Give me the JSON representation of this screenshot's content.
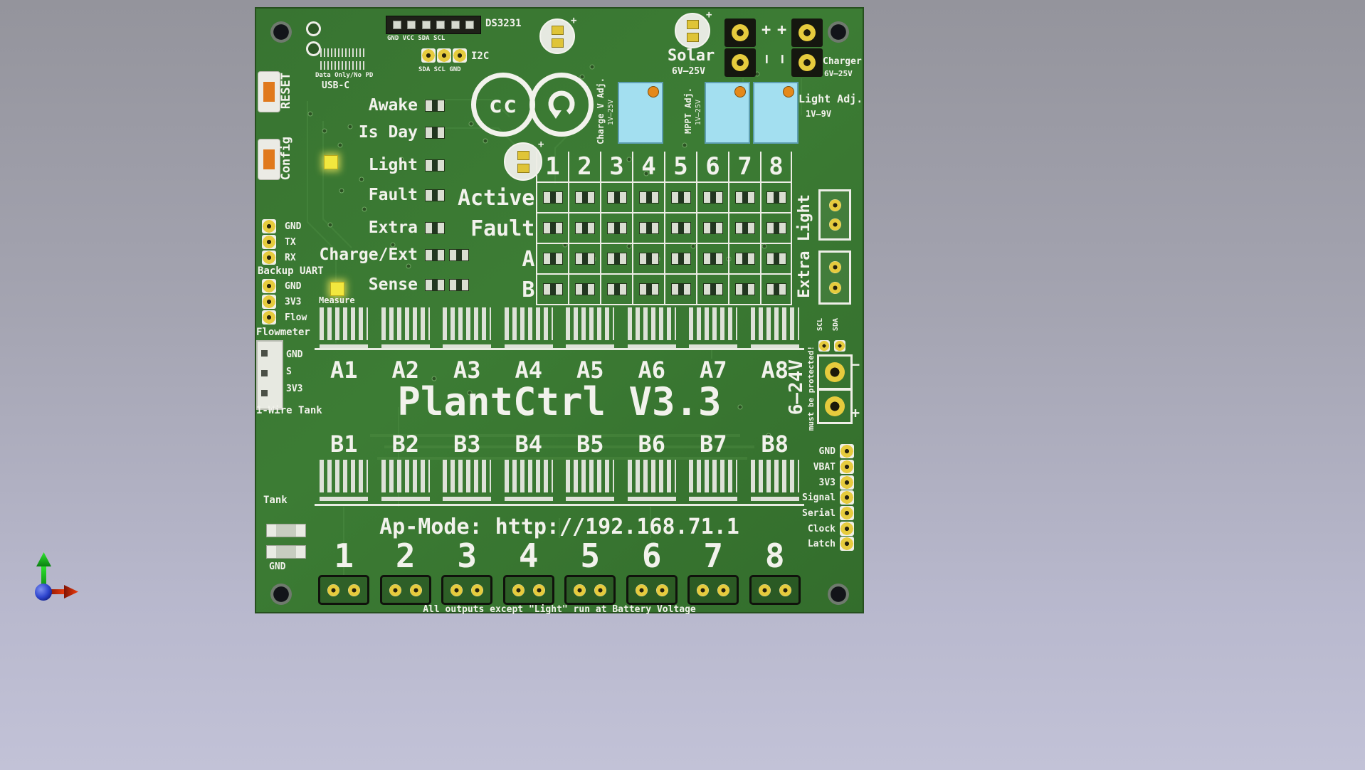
{
  "colors": {
    "board_green": "#3a7a33",
    "silkscreen": "#f2f2ec",
    "pad_gold": "#e6cb3d",
    "trimmer_body": "#a3dff0",
    "led_lit": "#f2e73e",
    "button_plunger": "#e0791c"
  },
  "board": {
    "title": "PlantCtrl V3.3",
    "ap_mode": "Ap-Mode: http://192.168.71.1",
    "bottom_note": "All outputs except \"Light\" run at Battery Voltage"
  },
  "top_area": {
    "ds3231_label": "DS3231",
    "ds3231_pins": "GND VCC SDA SCL",
    "i2c_label": "I2C",
    "i2c_pins": "SDA SCL GND",
    "usb_note": "Data Only/No PD",
    "usb_label": "USB-C",
    "reset_label": "RESET",
    "config_label": "Config",
    "cc_text": "cc",
    "solar_label": "Solar",
    "solar_range": "6V–25V",
    "charger_label": "Charger",
    "charger_range": "6V–25V",
    "polarity_plus": "+",
    "polarity_minus": "−",
    "trimmers": [
      {
        "label": "Charge V Adj.",
        "range": "1V–25V"
      },
      {
        "label": "MPPT Adj.",
        "range": "1V–25V"
      },
      {
        "label": "Light Adj.",
        "range": "1V–9V"
      }
    ]
  },
  "status_leds": [
    "Awake",
    "Is Day",
    "Light",
    "Fault",
    "Extra",
    "Charge/Ext",
    "Sense"
  ],
  "measure_label": "Measure",
  "matrix": {
    "columns": [
      "1",
      "2",
      "3",
      "4",
      "5",
      "6",
      "7",
      "8"
    ],
    "row_labels": [
      "Active",
      "Fault",
      "A",
      "B"
    ]
  },
  "left_headers": {
    "backup_uart": {
      "title": "Backup UART",
      "pins": [
        "GND",
        "TX",
        "RX"
      ]
    },
    "flowmeter": {
      "title": "Flowmeter",
      "pins": [
        "GND",
        "3V3",
        "Flow"
      ]
    },
    "one_wire_tank": {
      "title": "1-Wire Tank",
      "pins": [
        "GND",
        "S",
        "3V3"
      ]
    },
    "tank_label": "Tank",
    "tank_gnd": "GND"
  },
  "channels": {
    "a_labels": [
      "A1",
      "A2",
      "A3",
      "A4",
      "A5",
      "A6",
      "A7",
      "A8"
    ],
    "b_labels": [
      "B1",
      "B2",
      "B3",
      "B4",
      "B5",
      "B6",
      "B7",
      "B8"
    ],
    "output_numbers": [
      "1",
      "2",
      "3",
      "4",
      "5",
      "6",
      "7",
      "8"
    ]
  },
  "right_area": {
    "extra_light_label": "Extra Light",
    "scl": "SCL",
    "sda": "SDA",
    "power_label": "6–24V",
    "power_warning": "must be protected!",
    "plus": "+",
    "minus": "−",
    "io_header": [
      "GND",
      "VBAT",
      "3V3",
      "Signal",
      "Serial",
      "Clock",
      "Latch"
    ]
  }
}
